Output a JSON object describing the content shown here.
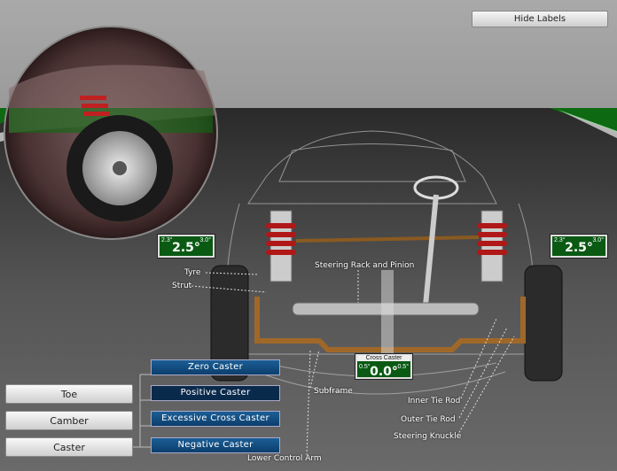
{
  "header": {
    "hide_labels": "Hide Labels"
  },
  "gauges": {
    "left": {
      "lo": "2.3°",
      "hi": "3.0°",
      "value": "2.5°"
    },
    "right": {
      "lo": "2.3°",
      "hi": "3.0°",
      "value": "2.5°"
    },
    "cross": {
      "title": "Cross Caster",
      "lo": "0.5°",
      "hi": "0.5°",
      "value": "0.0°"
    }
  },
  "part_labels": {
    "tyre": "Tyre",
    "strut": "Strut",
    "steering_rack": "Steering Rack and Pinion",
    "subframe": "Subframe",
    "inner_tie_rod": "Inner Tie Rod",
    "outer_tie_rod": "Outer Tie Rod",
    "steering_knuckle": "Steering Knuckle",
    "lower_control_arm": "Lower Control Arm"
  },
  "left_menu": {
    "toe": "Toe",
    "camber": "Camber",
    "caster": "Caster"
  },
  "caster_menu": {
    "zero": "Zero Caster",
    "positive": "Positive Caster",
    "excessive_cross": "Excessive Cross Caster",
    "negative": "Negative Caster"
  },
  "colors": {
    "button_blue": "#0b3e6c",
    "gauge_green": "#0a5a14",
    "spring_red": "#b01818",
    "field_green": "#0d6a12"
  }
}
